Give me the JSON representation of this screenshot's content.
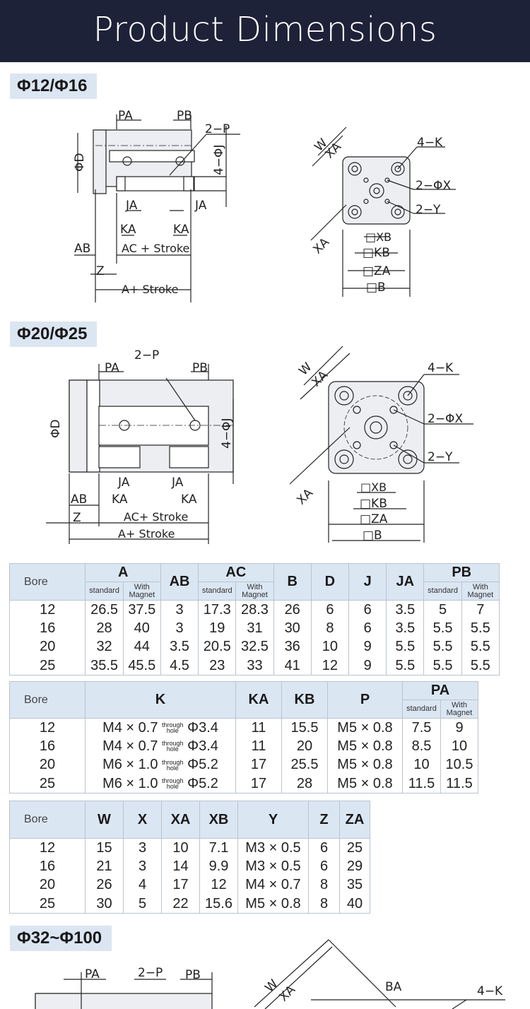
{
  "header": {
    "title": "Product Dimensions"
  },
  "sections": {
    "s1": {
      "label": "Φ12/Φ16"
    },
    "s2": {
      "label": "Φ20/Φ25"
    },
    "s3": {
      "label": "Φ32~Φ100"
    }
  },
  "drawing1": {
    "PA": "PA",
    "PB": "PB",
    "P": "2−P",
    "D": "ΦD",
    "J": "4−ΦJ",
    "JA_left": "JA",
    "JA_right": "JA",
    "KA_left": "KA",
    "KA_right": "KA",
    "AB": "AB",
    "AC": "AC + Stroke",
    "Z": "Z",
    "A": "A+ Stroke",
    "W": "W",
    "XA_top": "XA",
    "XA_side": "XA",
    "K": "4−K",
    "X": "2−ΦX",
    "Y": "2−Y",
    "XB": "□XB",
    "KB": "□KB",
    "ZA": "□ZA",
    "B": "□B"
  },
  "drawing2": {
    "PA": "PA",
    "PB": "PB",
    "P": "2−P",
    "D": "ΦD",
    "J": "4−ΦJ",
    "JA_left": "JA",
    "JA_right": "JA",
    "KA_left": "KA",
    "KA_right": "KA",
    "AB": "AB",
    "AC": "AC+ Stroke",
    "Z": "Z",
    "A": "A+ Stroke",
    "W": "W",
    "XA_top": "XA",
    "XA_side": "XA",
    "K": "4−K",
    "X": "2−ΦX",
    "Y": "2−Y",
    "XB": "□XB",
    "KB": "□KB",
    "ZA": "□ZA",
    "B": "□B"
  },
  "drawing3": {
    "PA": "PA",
    "P": "2−P",
    "PB": "PB",
    "W": "W",
    "XA": "XA",
    "BA": "BA",
    "K": "4−K"
  },
  "table1": {
    "headers": {
      "bore": "Bore",
      "A": "A",
      "AB": "AB",
      "AC": "AC",
      "B": "B",
      "D": "D",
      "J": "J",
      "JA": "JA",
      "PB": "PB",
      "standard": "standard",
      "with": "With",
      "magnet": "Magnet"
    },
    "rows": [
      [
        "12",
        "26.5",
        "37.5",
        "3",
        "17.3",
        "28.3",
        "26",
        "6",
        "6",
        "3.5",
        "5",
        "7"
      ],
      [
        "16",
        "28",
        "40",
        "3",
        "19",
        "31",
        "30",
        "8",
        "6",
        "3.5",
        "5.5",
        "5.5"
      ],
      [
        "20",
        "32",
        "44",
        "3.5",
        "20.5",
        "32.5",
        "36",
        "10",
        "9",
        "5.5",
        "5.5",
        "5.5"
      ],
      [
        "25",
        "35.5",
        "45.5",
        "4.5",
        "23",
        "33",
        "41",
        "12",
        "9",
        "5.5",
        "5.5",
        "5.5"
      ]
    ]
  },
  "table2": {
    "headers": {
      "bore": "Bore",
      "K": "K",
      "KA": "KA",
      "KB": "KB",
      "P": "P",
      "PA": "PA",
      "standard": "standard",
      "with": "With",
      "magnet": "Magnet"
    },
    "through": "through",
    "hole": "hole",
    "rows": [
      {
        "bore": "12",
        "k_thread": "M4 × 0.7",
        "k_dia": "Φ3.4",
        "KA": "11",
        "KB": "15.5",
        "P": "M5 × 0.8",
        "PA_std": "7.5",
        "PA_mag": "9"
      },
      {
        "bore": "16",
        "k_thread": "M4 × 0.7",
        "k_dia": "Φ3.4",
        "KA": "11",
        "KB": "20",
        "P": "M5 × 0.8",
        "PA_std": "8.5",
        "PA_mag": "10"
      },
      {
        "bore": "20",
        "k_thread": "M6 × 1.0",
        "k_dia": "Φ5.2",
        "KA": "17",
        "KB": "25.5",
        "P": "M5 × 0.8",
        "PA_std": "10",
        "PA_mag": "10.5"
      },
      {
        "bore": "25",
        "k_thread": "M6 × 1.0",
        "k_dia": "Φ5.2",
        "KA": "17",
        "KB": "28",
        "P": "M5 × 0.8",
        "PA_std": "11.5",
        "PA_mag": "11.5"
      }
    ]
  },
  "table3": {
    "headers": {
      "bore": "Bore",
      "W": "W",
      "X": "X",
      "XA": "XA",
      "XB": "XB",
      "Y": "Y",
      "Z": "Z",
      "ZA": "ZA"
    },
    "rows": [
      [
        "12",
        "15",
        "3",
        "10",
        "7.1",
        "M3 × 0.5",
        "6",
        "25"
      ],
      [
        "16",
        "21",
        "3",
        "14",
        "9.9",
        "M3 × 0.5",
        "6",
        "29"
      ],
      [
        "20",
        "26",
        "4",
        "17",
        "12",
        "M4 × 0.7",
        "8",
        "35"
      ],
      [
        "25",
        "30",
        "5",
        "22",
        "15.6",
        "M5 × 0.8",
        "8",
        "40"
      ]
    ]
  }
}
